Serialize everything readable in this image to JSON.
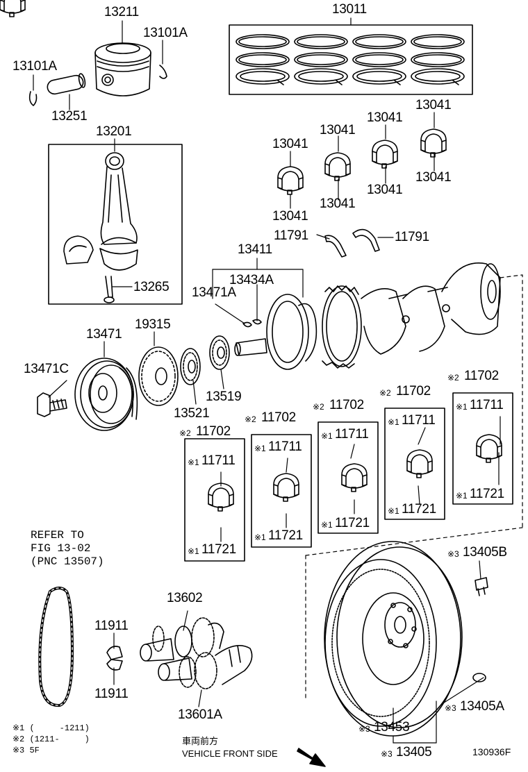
{
  "parts": {
    "p13211": "13211",
    "p13101A_r": "13101A",
    "p13101A_l": "13101A",
    "p13251": "13251",
    "p13011": "13011",
    "p13201": "13201",
    "p13265": "13265",
    "p13041_a": "13041",
    "p13041_b": "13041",
    "p13041_c": "13041",
    "p13041_d": "13041",
    "p13041_e": "13041",
    "p13041_f": "13041",
    "p13041_g": "13041",
    "p13041_h": "13041",
    "p11791_l": "11791",
    "p11791_r": "11791",
    "p13411": "13411",
    "p13434A": "13434A",
    "p13471A": "13471A",
    "p13471": "13471",
    "p19315": "19315",
    "p13471C": "13471C",
    "p13521": "13521",
    "p13519": "13519",
    "p11702_1": "11702",
    "p11702_2": "11702",
    "p11702_3": "11702",
    "p11702_4": "11702",
    "p11702_5": "11702",
    "p11711_1": "11711",
    "p11711_2": "11711",
    "p11711_3": "11711",
    "p11711_4": "11711",
    "p11711_5": "11711",
    "p11721_1": "11721",
    "p11721_2": "11721",
    "p11721_3": "11721",
    "p11721_4": "11721",
    "p11721_5": "11721",
    "p13405B": "13405B",
    "p13602": "13602",
    "p11911_t": "11911",
    "p11911_b": "11911",
    "p13601A": "13601A",
    "p13405A": "13405A",
    "p13453": "13453",
    "p13405": "13405"
  },
  "marks": {
    "m1": "※1",
    "m2": "※2",
    "m3": "※3"
  },
  "refer": {
    "line1": "REFER TO",
    "line2": "FIG 13-02",
    "line3": "(PNC 13507)"
  },
  "legend": {
    "l1": "※1 (     -1211)",
    "l2": "※2 (1211-     )",
    "l3": "※3 5F"
  },
  "footer": {
    "direction_jp": "車両前方",
    "direction_en": "VEHICLE FRONT SIDE",
    "figure_code": "130936F"
  }
}
